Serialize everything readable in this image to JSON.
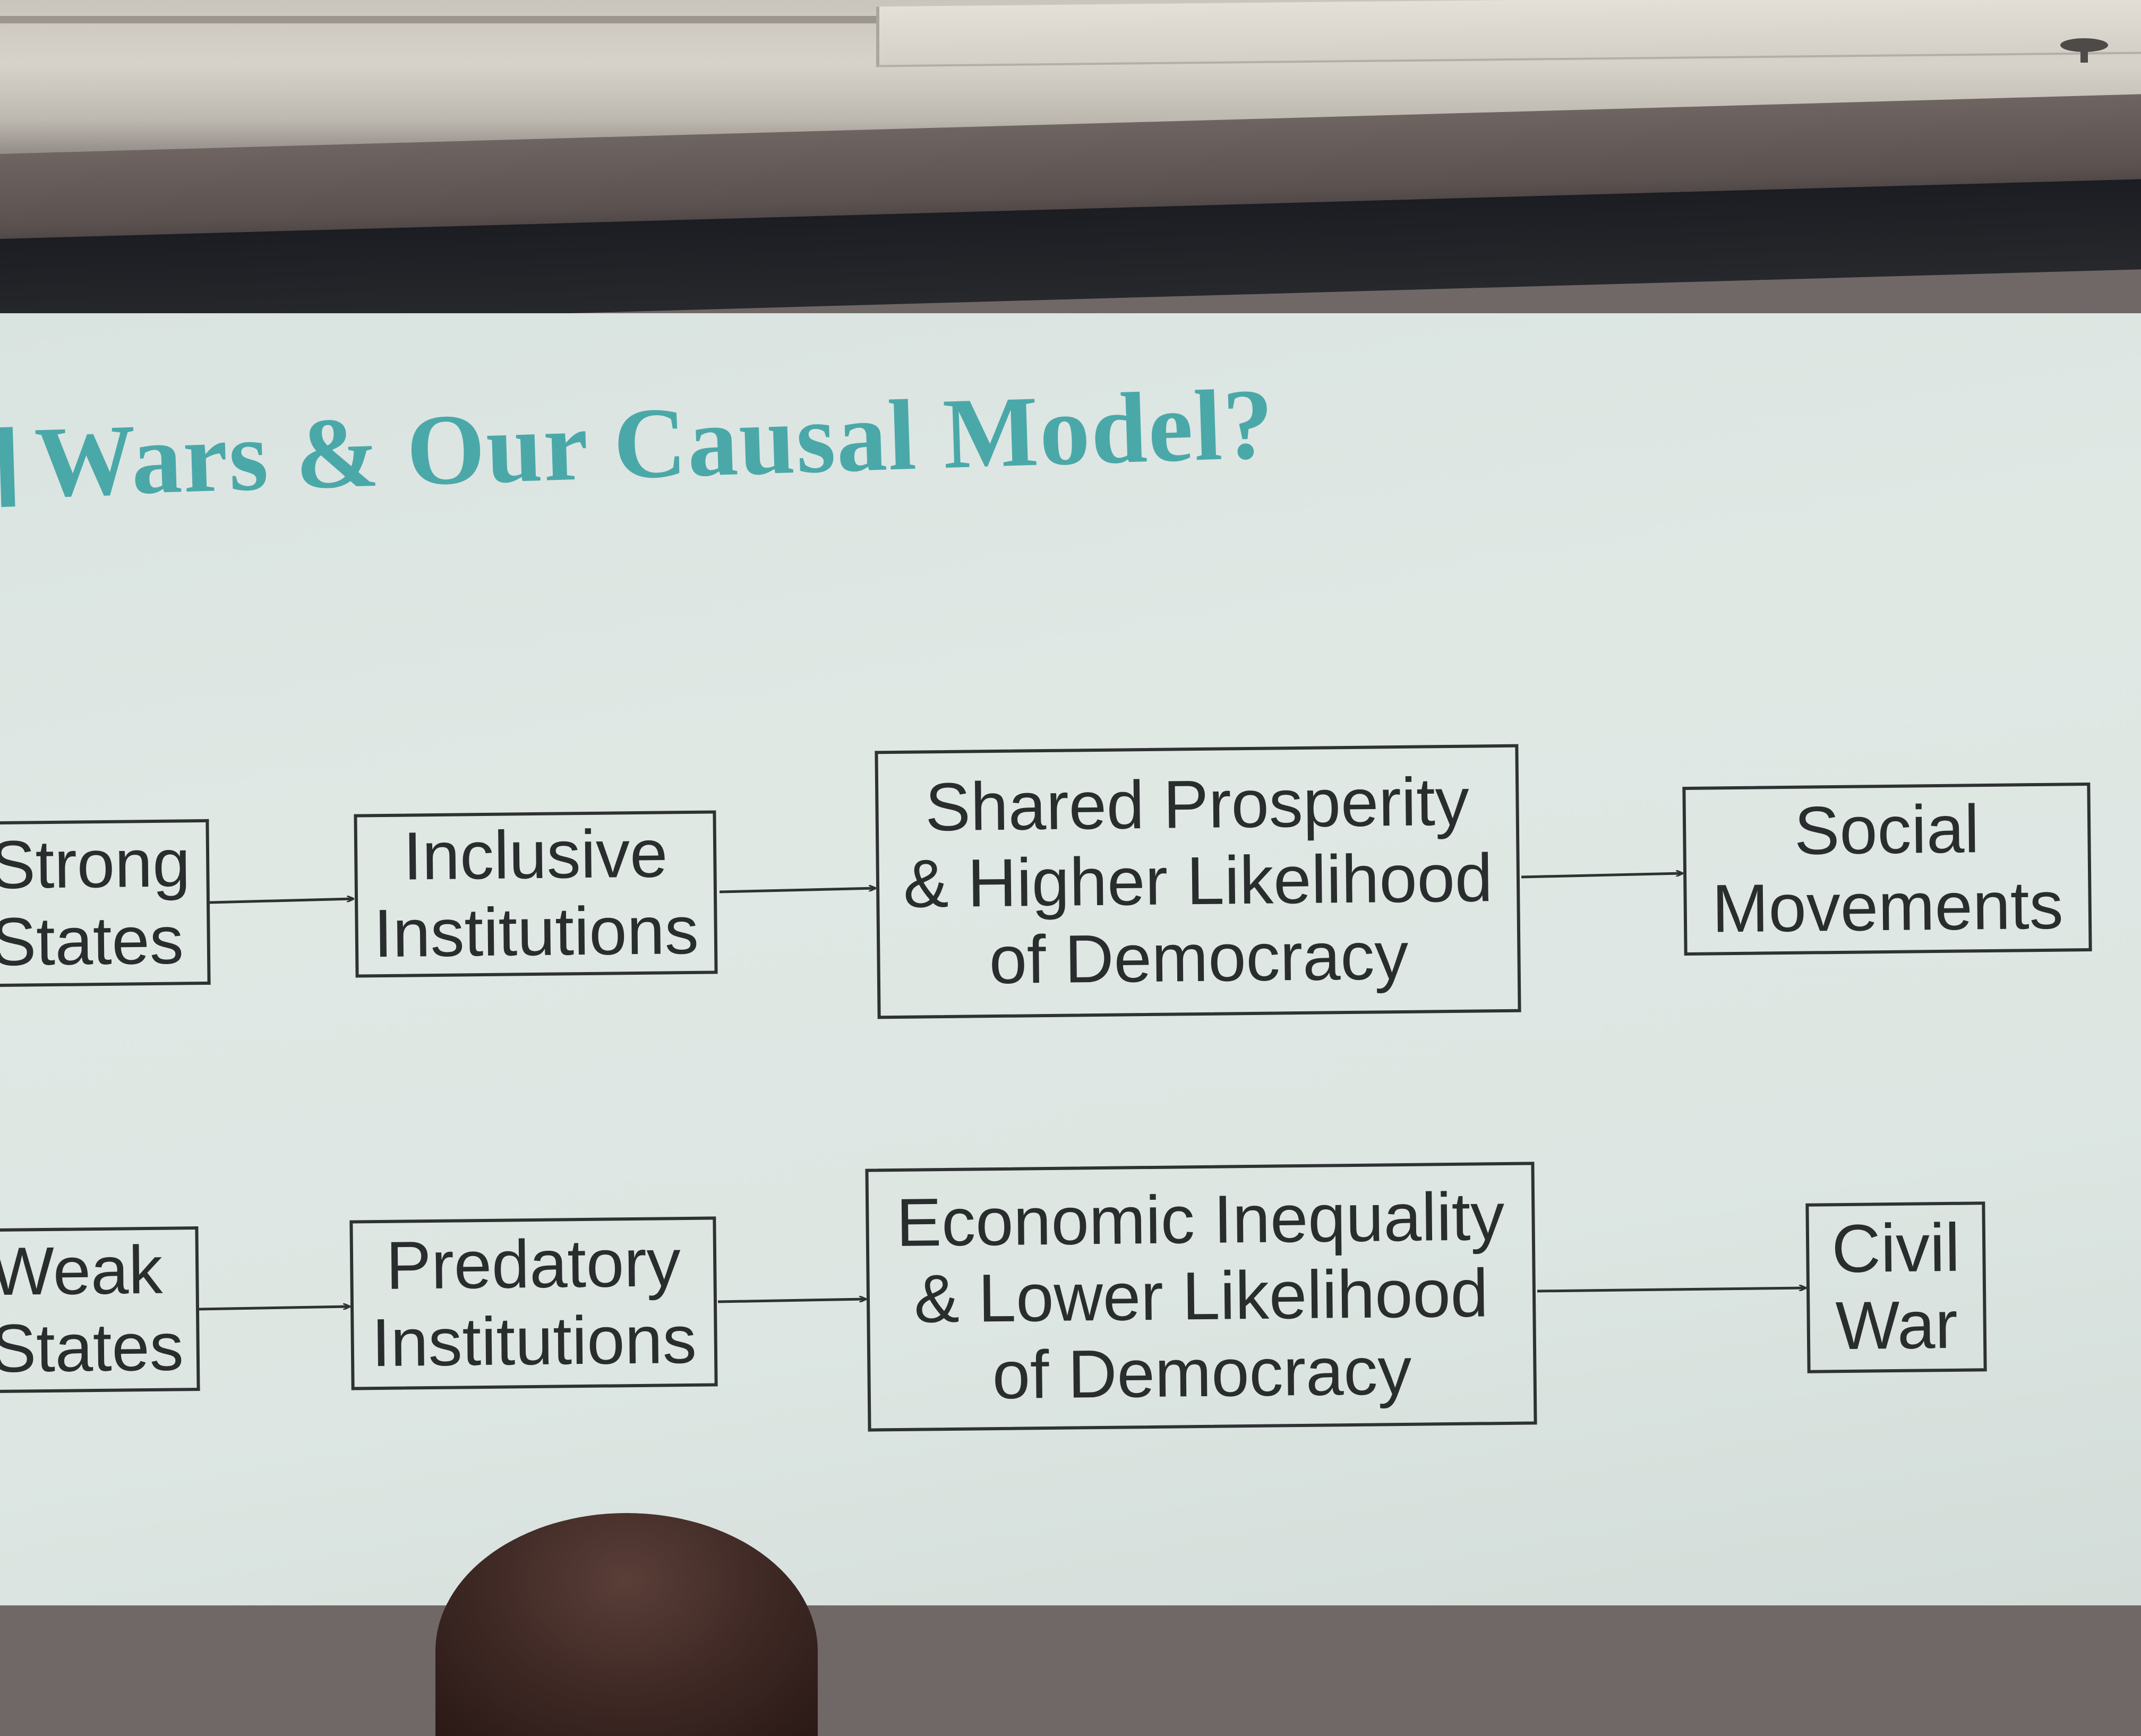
{
  "slide": {
    "title": "Wars & Our Causal Model?"
  },
  "diagram": {
    "top_row": {
      "strong_states": "Strong\nStates",
      "inclusive_institutions": "Inclusive\nInstitutions",
      "shared_prosperity": "Shared Prosperity\n& Higher Likelihood\nof Democracy",
      "social_movements": "Social\nMovements"
    },
    "bottom_row": {
      "weak_states": "Weak\nStates",
      "predatory_institutions": "Predatory\nInstitutions",
      "economic_inequality": "Economic Inequality\n& Lower Likelihood\nof Democracy",
      "civil_war": "Civil\nWar"
    }
  },
  "colors": {
    "title": "#4ba8a9",
    "box_border": "#2f3233",
    "slide_background": "#dde6e2"
  }
}
